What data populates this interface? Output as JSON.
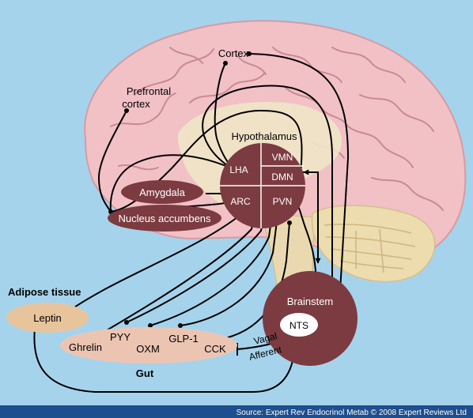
{
  "labels": {
    "cortex": "Cortex",
    "prefrontal_line1": "Prefrontal",
    "prefrontal_line2": "cortex",
    "hypothalamus": "Hypothalamus",
    "lha": "LHA",
    "vmn": "VMN",
    "dmn": "DMN",
    "arc": "ARC",
    "pvn": "PVN",
    "amygdala": "Amygdala",
    "nucleus_accumbens": "Nucleus accumbens",
    "adipose_tissue": "Adipose tissue",
    "leptin": "Leptin",
    "brainstem": "Brainstem",
    "nts": "NTS",
    "vagal": "Vagal",
    "afferent": "Afferent",
    "ghrelin": "Ghrelin",
    "pyy": "PYY",
    "oxm": "OXM",
    "glp1": "GLP-1",
    "cck": "CCK",
    "gut": "Gut"
  },
  "footer": {
    "source": "Source: Expert Rev Endocrinol Metab © 2008 Expert Reviews Ltd"
  },
  "colors": {
    "background": "#a6d3ec",
    "brain": "#f1c1c6",
    "brain_fold": "#c98a92",
    "thalamus": "#efe6c6",
    "cerebellum": "#ecdcae",
    "node_dark": "#7b3b40",
    "node_light": "#ecc5b2",
    "adipose": "#e8c49d",
    "footer_bar": "#1d4e8d"
  }
}
